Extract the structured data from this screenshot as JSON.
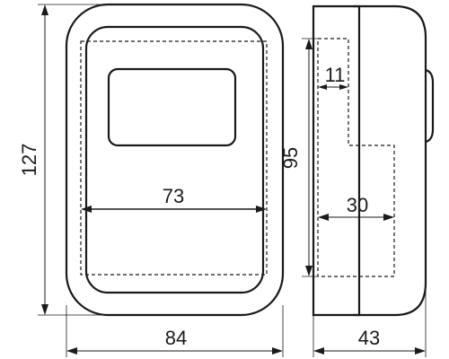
{
  "front_view": {
    "height_label": "127",
    "width_label": "84",
    "inner_width_label": "73"
  },
  "side_view": {
    "height_label": "95",
    "depth_label": "43",
    "inner_depth_label": "30",
    "step_label": "11"
  },
  "colors": {
    "line": "#1a1a1a",
    "background": "#ffffff"
  }
}
